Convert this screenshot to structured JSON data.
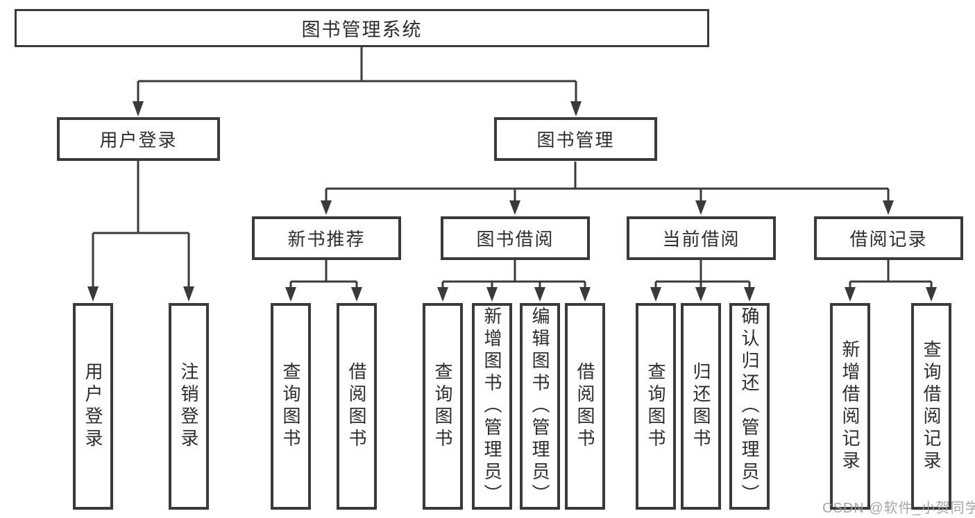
{
  "diagram": {
    "root": {
      "label": "图书管理系统"
    },
    "level2": [
      {
        "label": "用户登录"
      },
      {
        "label": "图书管理"
      }
    ],
    "level3": [
      {
        "label": "新书推荐"
      },
      {
        "label": "图书借阅"
      },
      {
        "label": "当前借阅"
      },
      {
        "label": "借阅记录"
      }
    ],
    "user_login_children": [
      {
        "label": "用户登录"
      },
      {
        "label": "注销登录"
      }
    ],
    "new_book_children": [
      {
        "label": "查询图书"
      },
      {
        "label": "借阅图书"
      }
    ],
    "book_borrow_children": [
      {
        "label": "查询图书"
      },
      {
        "label": "新增图书（管理员）"
      },
      {
        "label": "编辑图书（管理员）"
      },
      {
        "label": "借阅图书"
      }
    ],
    "current_borrow_children": [
      {
        "label": "查询图书"
      },
      {
        "label": "归还图书"
      },
      {
        "label": "确认归还（管理员）"
      }
    ],
    "record_children": [
      {
        "label": "新增借阅记录"
      },
      {
        "label": "查询借阅记录"
      }
    ]
  },
  "watermark": {
    "text": "CSDN @软件_小贺同学"
  },
  "colors": {
    "line": "#3a3a3a",
    "text": "#2d2d2d",
    "box_background": "#ffffff",
    "watermark": "#9e9e9e",
    "background": "#ffffff"
  }
}
